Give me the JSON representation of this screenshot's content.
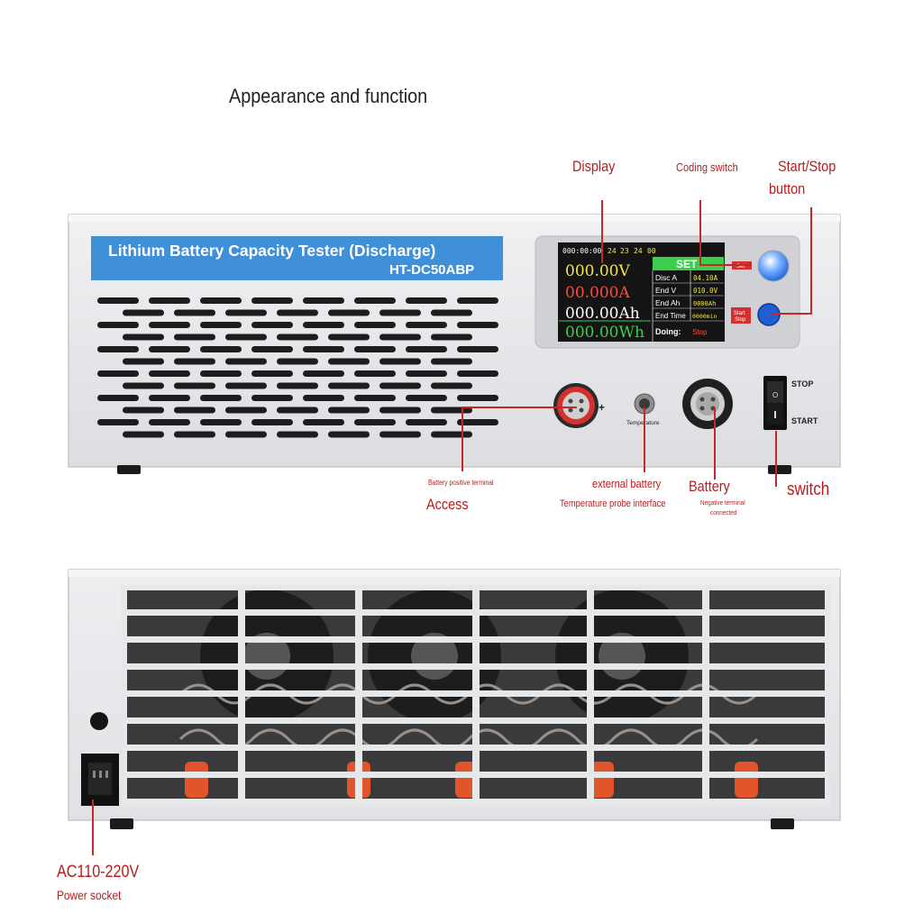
{
  "heading": "Appearance and function",
  "front_panel": {
    "banner_title": "Lithium Battery Capacity Tester (Discharge)",
    "model": "HT-DC50ABP",
    "switch_stop": "STOP",
    "switch_start": "START",
    "temp_port_label": "Temperature",
    "plus_sign": "+"
  },
  "lcd": {
    "clock": "000:00:00",
    "temps": [
      "24",
      "23",
      "24",
      "00"
    ],
    "voltage": "000.00V",
    "current": "00.000A",
    "capacity": "000.00Ah",
    "energy": "000.00Wh",
    "set_header": "SET",
    "set_tag": "Set",
    "rows": [
      {
        "label": "Disc A",
        "value": "04.10A"
      },
      {
        "label": "End V",
        "value": "010.0V"
      },
      {
        "label": "End Ah",
        "value": "0000Ah"
      },
      {
        "label": "End Time",
        "value": "0000min"
      }
    ],
    "start_stop_1": "Start",
    "start_stop_2": "Stop",
    "doing_label": "Doing:",
    "doing_value": "Stop"
  },
  "callouts": {
    "display": "Display",
    "coding_switch": "Coding switch",
    "start_stop_1": "Start/Stop",
    "start_stop_2": "button",
    "batt_pos_small": "Battery positive terminal",
    "access": "Access",
    "ext_battery": "external battery",
    "temp_probe": "Temperature probe interface",
    "battery": "Battery",
    "neg_1": "Negative terminal",
    "neg_2": "connected",
    "switch": "switch",
    "ac_voltage": "AC110-220V",
    "power_socket": "Power socket"
  },
  "colors": {
    "chassis": "#e6e7e9",
    "banner": "#3f8fd9",
    "callout": "#b71c1c",
    "lcd_bg": "#141414",
    "lcd_green": "#3ccf4e",
    "knob_blue": "#1f5fd1"
  }
}
